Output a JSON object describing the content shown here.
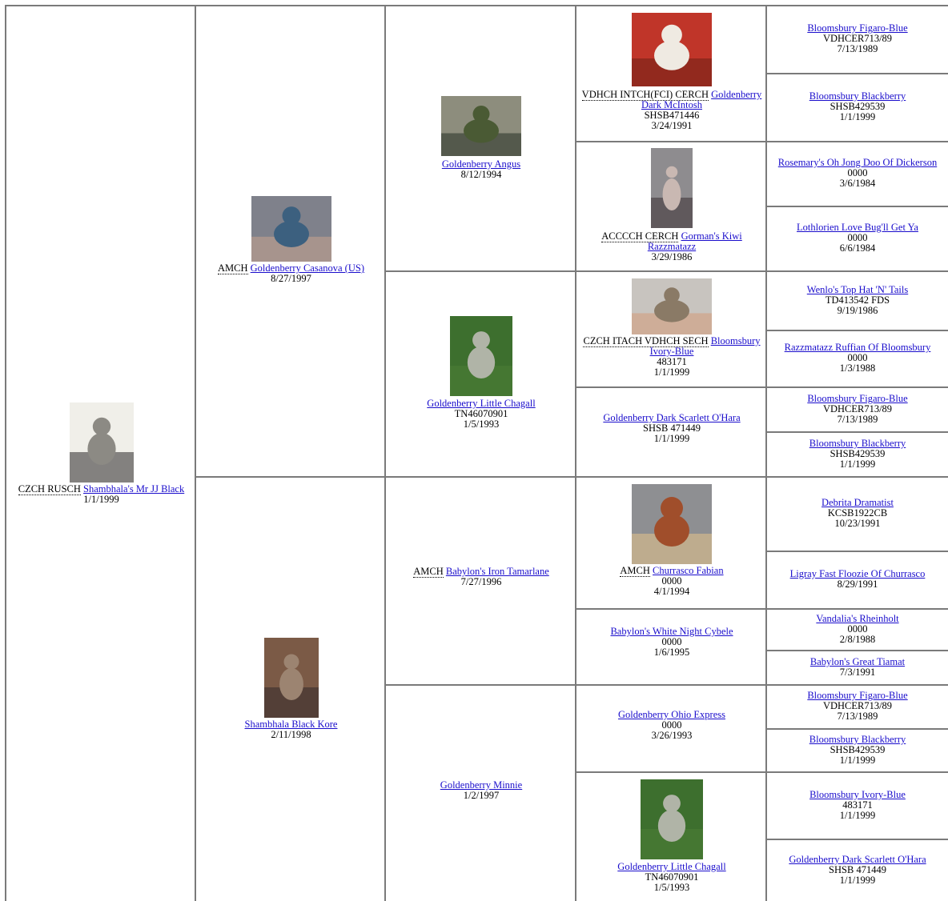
{
  "gen1": {
    "title": "CZCH RUSCH",
    "name": "Shambhala's Mr JJ Black",
    "date": "1/1/1999",
    "photo_colors": [
      "#f0efe9",
      "#8c8a84",
      "#2a2628"
    ]
  },
  "gen2": [
    {
      "title": "AMCH",
      "name": "Goldenberry Casanova (US)",
      "date": "8/27/1997",
      "photo_colors": [
        "#7f818b",
        "#3c607f",
        "#c9a48f"
      ]
    },
    {
      "title": "",
      "name": "Shambhala Black Kore",
      "date": "2/11/1998",
      "photo_colors": [
        "#7b5a46",
        "#9c8471",
        "#332a2b"
      ]
    }
  ],
  "gen3": [
    {
      "title": "",
      "name": "Goldenberry Angus",
      "date": "8/12/1994",
      "photo_colors": [
        "#8d8d7d",
        "#4a5a34",
        "#263024"
      ]
    },
    {
      "title": "",
      "name": "Goldenberry Little Chagall",
      "reg": "TN46070901",
      "date": "1/5/1993",
      "photo_colors": [
        "#3d6f2e",
        "#b0b4a7",
        "#4c7d36"
      ]
    },
    {
      "title": "AMCH",
      "name": "Babylon's Iron Tamarlane",
      "date": "7/27/1996"
    },
    {
      "title": "",
      "name": "Goldenberry Minnie",
      "date": "1/2/1997"
    }
  ],
  "gen4": [
    {
      "title": "VDHCH INTCH(FCI) CERCH",
      "name": "Goldenberry Dark McIntosh",
      "reg": "SHSB471446",
      "date": "3/24/1991",
      "photo_colors": [
        "#c03529",
        "#efeae2",
        "#6b1f16"
      ]
    },
    {
      "title": "ACCCCH CERCH",
      "name": "Gorman's Kiwi Razzmatazz",
      "date": "3/29/1986",
      "photo_colors": [
        "#8e8c8f",
        "#c9b8b2",
        "#3a3033"
      ]
    },
    {
      "title": "CZCH ITACH VDHCH SECH",
      "name": "Bloomsbury Ivory-Blue",
      "reg": "483171",
      "date": "1/1/1999",
      "photo_colors": [
        "#c8c4bf",
        "#8a7a66",
        "#d49a78"
      ]
    },
    {
      "title": "",
      "name": "Goldenberry Dark Scarlett O'Hara",
      "reg": "SHSB 471449",
      "date": "1/1/1999"
    },
    {
      "title": "AMCH",
      "name": "Churrasco Fabian",
      "reg": "0000",
      "date": "4/1/1994",
      "photo_colors": [
        "#8e8f92",
        "#a04e2b",
        "#e6c58a"
      ]
    },
    {
      "title": "",
      "name": "Babylon's White Night Cybele",
      "reg": "0000",
      "date": "1/6/1995"
    },
    {
      "title": "",
      "name": "Goldenberry Ohio Express",
      "reg": "0000",
      "date": "3/26/1993"
    },
    {
      "title": "",
      "name": "Goldenberry Little Chagall",
      "reg": "TN46070901",
      "date": "1/5/1993",
      "photo_colors": [
        "#3d6f2e",
        "#b0b4a7",
        "#4c7d36"
      ]
    }
  ],
  "gen5": [
    {
      "name": "Bloomsbury Figaro-Blue",
      "reg": "VDHCER713/89",
      "date": "7/13/1989"
    },
    {
      "name": "Bloomsbury Blackberry",
      "reg": "SHSB429539",
      "date": "1/1/1999"
    },
    {
      "name": "Rosemary's Oh Jong Doo Of Dickerson",
      "reg": "0000",
      "date": "3/6/1984"
    },
    {
      "name": "Lothlorien Love Bug'll Get Ya",
      "reg": "0000",
      "date": "6/6/1984"
    },
    {
      "name": "Wenlo's Top Hat 'N' Tails",
      "reg": "TD413542 FDS",
      "date": "9/19/1986"
    },
    {
      "name": "Razzmatazz Ruffian Of Bloomsbury",
      "reg": "0000",
      "date": "1/3/1988"
    },
    {
      "name": "Bloomsbury Figaro-Blue",
      "reg": "VDHCER713/89",
      "date": "7/13/1989"
    },
    {
      "name": "Bloomsbury Blackberry",
      "reg": "SHSB429539",
      "date": "1/1/1999"
    },
    {
      "name": "Debrita Dramatist",
      "reg": "KCSB1922CB",
      "date": "10/23/1991"
    },
    {
      "name": "Ligray Fast Floozie Of Churrasco",
      "reg": "",
      "date": "8/29/1991"
    },
    {
      "name": "Vandalia's Rheinholt",
      "reg": "0000",
      "date": "2/8/1988"
    },
    {
      "name": "Babylon's Great Tiamat",
      "reg": "",
      "date": "7/3/1991"
    },
    {
      "name": "Bloomsbury Figaro-Blue",
      "reg": "VDHCER713/89",
      "date": "7/13/1989"
    },
    {
      "name": "Bloomsbury Blackberry",
      "reg": "SHSB429539",
      "date": "1/1/1999"
    },
    {
      "name": "Bloomsbury Ivory-Blue",
      "reg": "483171",
      "date": "1/1/1999"
    },
    {
      "name": "Goldenberry Dark Scarlett O'Hara",
      "reg": "SHSB 471449",
      "date": "1/1/1999"
    }
  ]
}
